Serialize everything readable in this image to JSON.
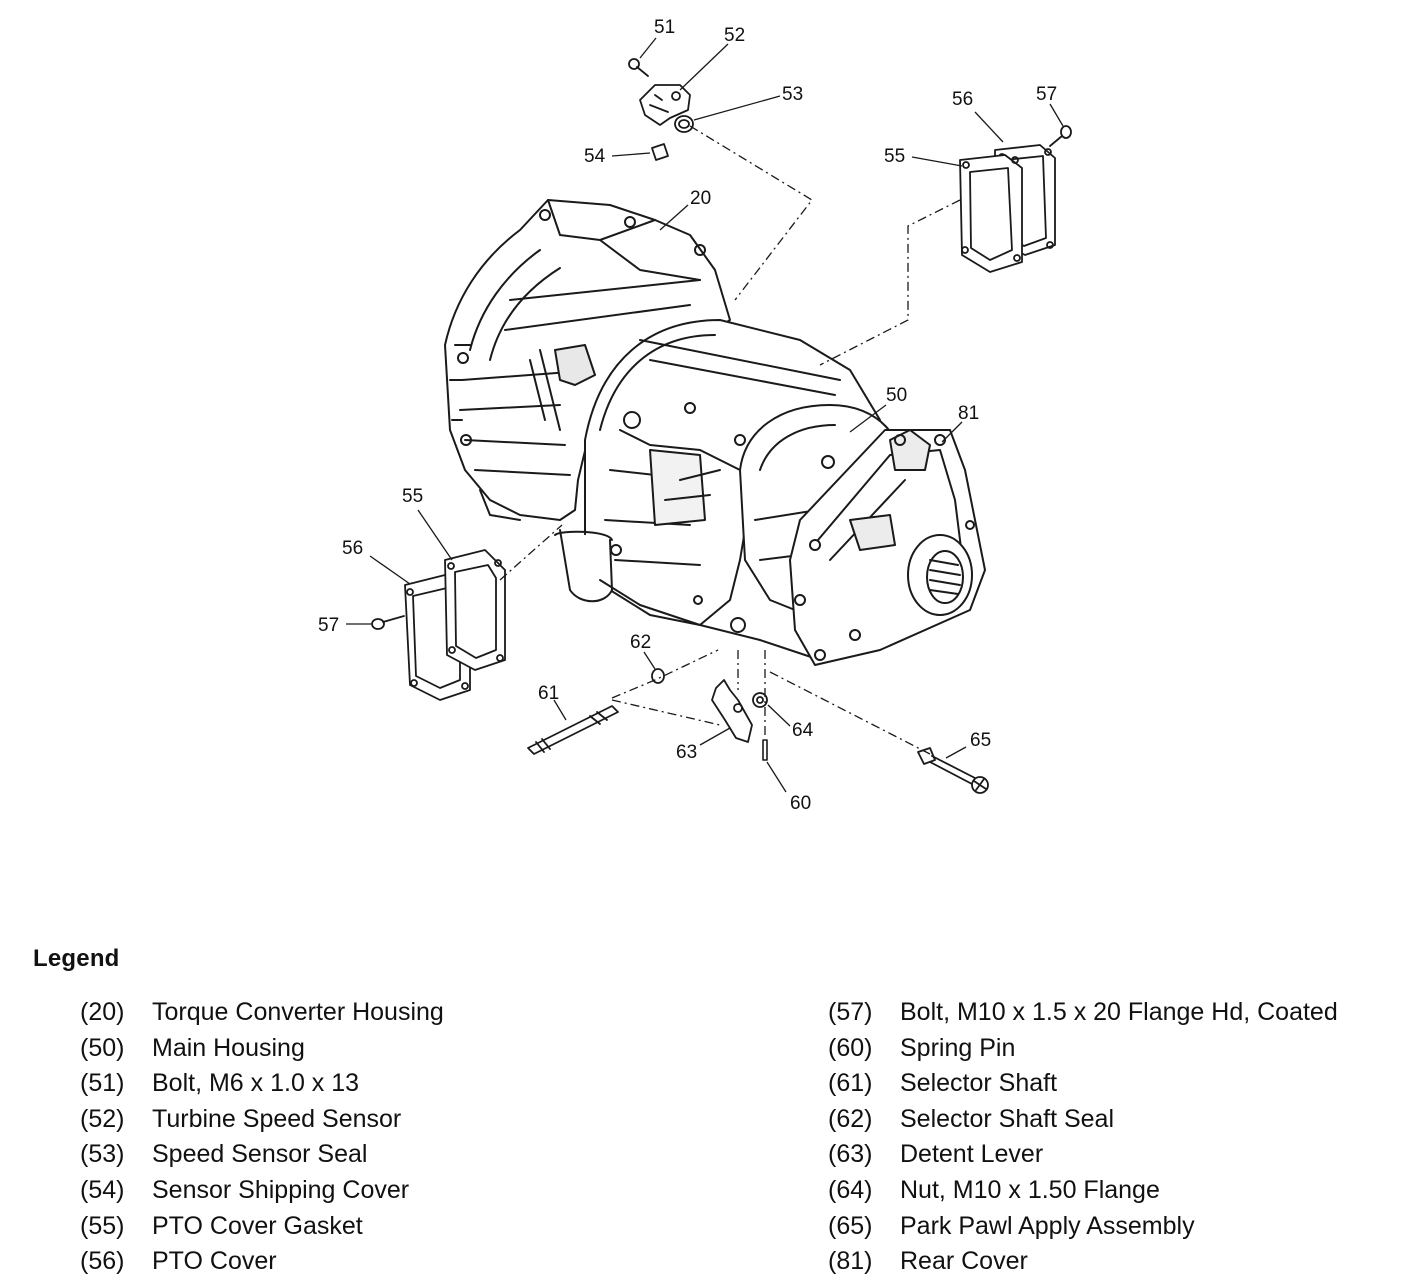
{
  "diagram": {
    "callouts": [
      {
        "id": "c51",
        "label": "51"
      },
      {
        "id": "c52",
        "label": "52"
      },
      {
        "id": "c53",
        "label": "53"
      },
      {
        "id": "c54",
        "label": "54"
      },
      {
        "id": "c20",
        "label": "20"
      },
      {
        "id": "c56a",
        "label": "56"
      },
      {
        "id": "c57a",
        "label": "57"
      },
      {
        "id": "c55a",
        "label": "55"
      },
      {
        "id": "c50",
        "label": "50"
      },
      {
        "id": "c81",
        "label": "81"
      },
      {
        "id": "c55b",
        "label": "55"
      },
      {
        "id": "c56b",
        "label": "56"
      },
      {
        "id": "c57b",
        "label": "57"
      },
      {
        "id": "c62",
        "label": "62"
      },
      {
        "id": "c61",
        "label": "61"
      },
      {
        "id": "c64",
        "label": "64"
      },
      {
        "id": "c65",
        "label": "65"
      },
      {
        "id": "c63",
        "label": "63"
      },
      {
        "id": "c60",
        "label": "60"
      }
    ]
  },
  "legend": {
    "title": "Legend",
    "left_items": [
      {
        "num": "(20)",
        "label": "Torque Converter Housing"
      },
      {
        "num": "(50)",
        "label": "Main Housing"
      },
      {
        "num": "(51)",
        "label": "Bolt, M6 x 1.0 x 13"
      },
      {
        "num": "(52)",
        "label": "Turbine Speed Sensor"
      },
      {
        "num": "(53)",
        "label": "Speed Sensor Seal"
      },
      {
        "num": "(54)",
        "label": "Sensor Shipping Cover"
      },
      {
        "num": "(55)",
        "label": "PTO Cover Gasket"
      },
      {
        "num": "(56)",
        "label": "PTO Cover"
      }
    ],
    "right_items": [
      {
        "num": "(57)",
        "label": "Bolt, M10 x 1.5 x 20 Flange Hd, Coated"
      },
      {
        "num": "(60)",
        "label": "Spring Pin"
      },
      {
        "num": "(61)",
        "label": "Selector Shaft"
      },
      {
        "num": "(62)",
        "label": "Selector Shaft Seal"
      },
      {
        "num": "(63)",
        "label": "Detent Lever"
      },
      {
        "num": "(64)",
        "label": "Nut, M10 x 1.50 Flange"
      },
      {
        "num": "(65)",
        "label": "Park Pawl Apply Assembly"
      },
      {
        "num": "(81)",
        "label": "Rear Cover"
      }
    ]
  }
}
